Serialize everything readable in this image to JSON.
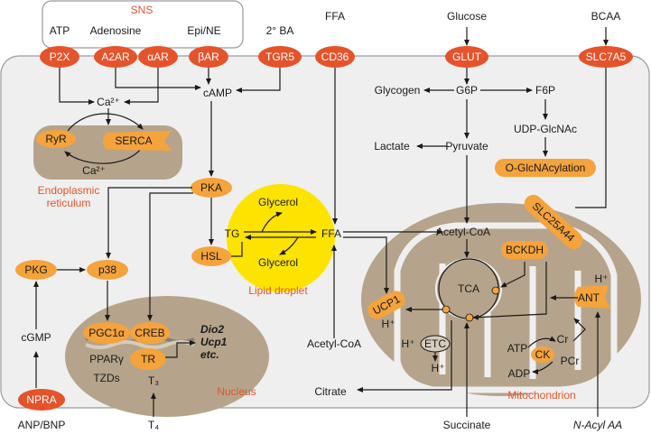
{
  "sns_box": {
    "title": "SNS",
    "ligands": [
      "ATP",
      "Adenosine",
      "Epi/NE"
    ]
  },
  "outside_top": {
    "bile_acid": "2° BA",
    "ffa": "FFA",
    "glucose": "Glucose",
    "bcaa": "BCAA"
  },
  "receptors": {
    "p2x": "P2X",
    "a2ar": "A2AR",
    "alphaar": "αAR",
    "betaar": "βAR",
    "tgr5": "TGR5",
    "cd36": "CD36",
    "glut": "GLUT",
    "slc7a5": "SLC7A5",
    "npra": "NPRA"
  },
  "signaling": {
    "ca2": "Ca²⁺",
    "camp": "cAMP",
    "pka": "PKA",
    "hsl": "HSL",
    "pkg": "PKG",
    "p38": "p38",
    "cgmp": "cGMP"
  },
  "er": {
    "ryr": "RyR",
    "serca": "SERCA",
    "ca2_inner": "Ca²⁺",
    "label_line1": "Endoplasmic",
    "label_line2": "reticulum"
  },
  "lipid": {
    "tg": "TG",
    "ffa": "FFA",
    "glycerol_top": "Glycerol",
    "glycerol_bottom": "Glycerol",
    "label": "Lipid droplet"
  },
  "metabolism": {
    "glycogen": "Glycogen",
    "g6p": "G6P",
    "f6p": "F6P",
    "udp_glcnac": "UDP-GlcNAc",
    "o_glcnacylation": "O-GlcNAcylation",
    "lactate": "Lactate",
    "pyruvate": "Pyruvate",
    "acetyl_coa_cyto": "Acetyl-CoA",
    "citrate": "Citrate"
  },
  "nucleus": {
    "pgc1a": "PGC1α",
    "creb": "CREB",
    "ppary": "PPARγ",
    "tr": "TR",
    "tzds": "TZDs",
    "t3": "T₃",
    "genes": [
      "Dio2",
      "Ucp1",
      "etc."
    ],
    "label": "Nucleus"
  },
  "mito": {
    "acetyl_coa": "Acetyl-CoA",
    "slc25a44": "SLC25A44",
    "bckdh": "BCKDH",
    "tca": "TCA",
    "ucp1": "UCP1",
    "h_ucp": "H⁺",
    "h_etc": "H⁺",
    "etc": "ETC",
    "h_etc_out": "H⁺",
    "ant": "ANT",
    "h_ant": "H⁺",
    "atp": "ATP",
    "adp": "ADP",
    "ck": "CK",
    "cr": "Cr",
    "pcr": "PCr",
    "label": "Mitochondrion"
  },
  "bottom": {
    "anp_bnp": "ANP/BNP",
    "t4": "T₄",
    "succinate": "Succinate",
    "n_acyl_aa": "N-Acyl AA"
  },
  "colors": {
    "red": "#e5532b",
    "orange": "#f5a33c",
    "tan": "#b5a48b",
    "cell": "#efefef",
    "yellow": "#fde400"
  }
}
